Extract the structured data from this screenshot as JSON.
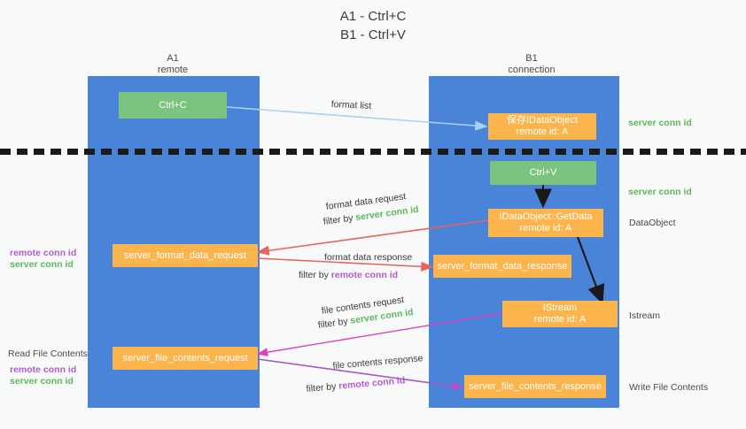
{
  "title": {
    "line1": "A1 - Ctrl+C",
    "line2": "B1 - Ctrl+V"
  },
  "columns": [
    {
      "name": "A1",
      "sub": "remote"
    },
    {
      "name": "B1",
      "sub": "connection"
    }
  ],
  "nodes": {
    "ctrl_c": {
      "label": "Ctrl+C"
    },
    "ctrl_v": {
      "label": "Ctrl+V"
    },
    "save_idataobject": {
      "line1": "保存IDataObject",
      "line2": "remote id: A"
    },
    "getdata": {
      "line1": "IDataObject::GetData",
      "line2": "remote id: A"
    },
    "istream": {
      "line1": "IStream",
      "line2": "remote id: A"
    },
    "server_format_data_request": {
      "label": "server_format_data_request"
    },
    "server_format_data_response": {
      "label": "server_format_data_response"
    },
    "server_file_contents_request": {
      "label": "server_file_contents_request"
    },
    "server_file_contents_response": {
      "label": "server_file_contents_response"
    }
  },
  "edge_labels": {
    "format_list": "format list",
    "format_data_request": "format data request",
    "format_data_request_filter_prefix": "filter by ",
    "format_data_request_filter_value": "server conn id",
    "format_data_response": "format data response",
    "format_data_response_filter_prefix": "filter by ",
    "format_data_response_filter_value": "remote conn id",
    "file_contents_request": "file contents request",
    "file_contents_request_filter_prefix": "filter by ",
    "file_contents_request_filter_value": "server conn id",
    "file_contents_response": "file contents response",
    "file_contents_response_filter_prefix": "filter by ",
    "file_contents_response_filter_value": "remote conn id"
  },
  "right_labels": {
    "server_conn_id_top": "server conn id",
    "server_conn_id_mid": "server conn id",
    "dataobject": "DataObject",
    "istream": "Istream",
    "write_file_contents": "Write File Contents"
  },
  "left_labels": {
    "remote_conn_id_upper": "remote conn id",
    "server_conn_id_upper": "server conn id",
    "read_file_contents": "Read File Contents",
    "remote_conn_id_lower": "remote conn id",
    "server_conn_id_lower": "server conn id"
  },
  "colors": {
    "band": "#4a84d8",
    "green_node": "#7bc47f",
    "orange_node": "#fcb44c",
    "server_conn_id": "#5cb85c",
    "remote_conn_id": "#b45ad0",
    "arrow_blue": "#a8d2ef",
    "arrow_red": "#e8645a",
    "arrow_magenta": "#e040c0",
    "arrow_purple": "#a855c8",
    "arrow_black": "#1a1a1a",
    "background": "#f8f9f9"
  }
}
